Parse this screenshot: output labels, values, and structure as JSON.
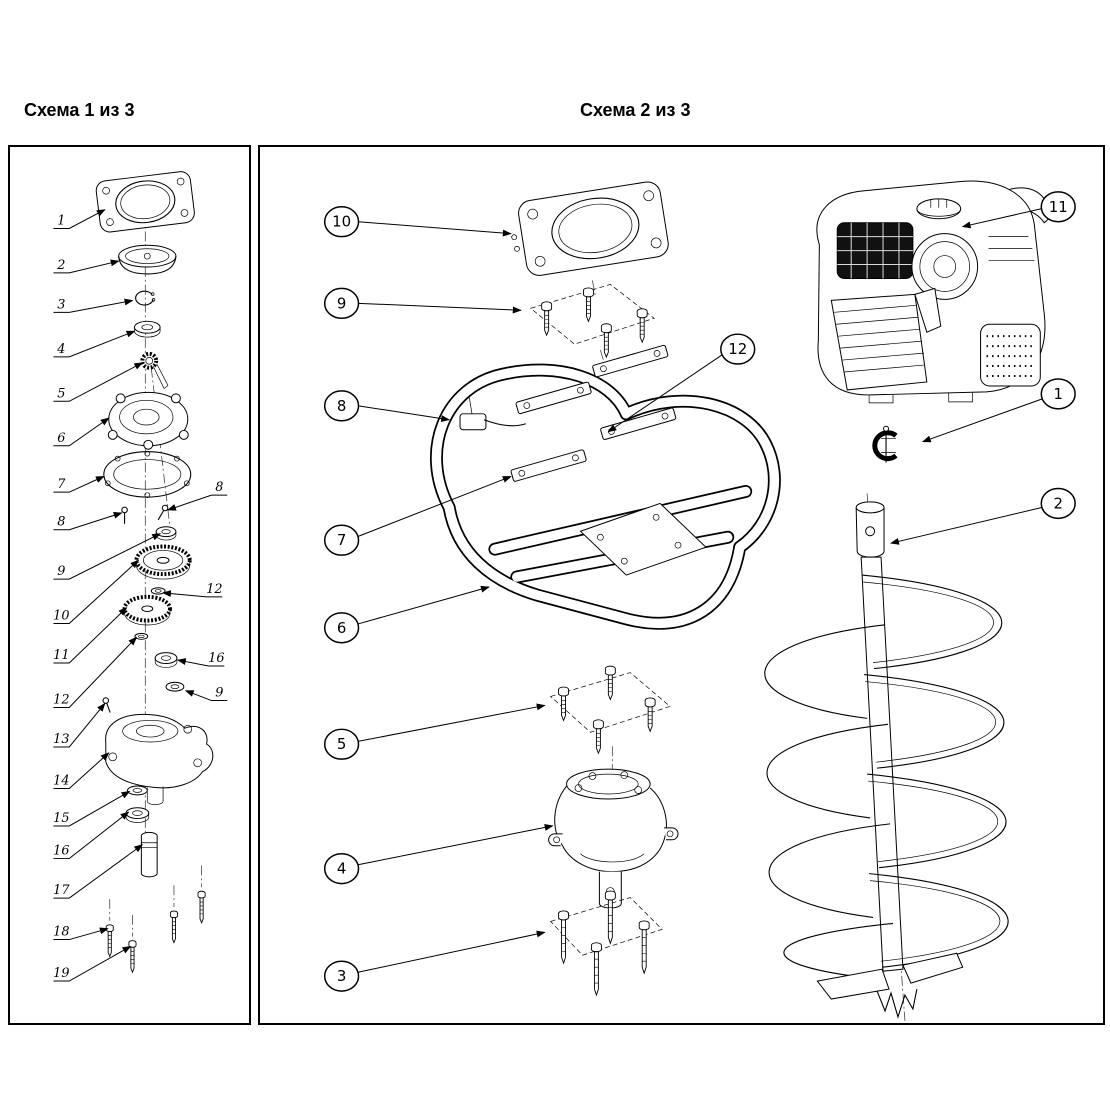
{
  "header": {
    "scheme1_title": "Схема 1 из 3",
    "scheme2_title": "Схема 2 из 3"
  },
  "scheme1": {
    "left_callouts": [
      "1",
      "2",
      "3",
      "4",
      "5",
      "6",
      "7",
      "8",
      "9",
      "10",
      "11",
      "12",
      "13",
      "14",
      "15",
      "16",
      "17",
      "18",
      "19"
    ],
    "right_callouts": [
      "8",
      "12",
      "16",
      "9"
    ]
  },
  "scheme2": {
    "left_callouts": [
      "10",
      "9",
      "8",
      "7",
      "6",
      "5",
      "4",
      "3"
    ],
    "mid_callouts": [
      "12"
    ],
    "right_callouts": [
      "11",
      "1",
      "2"
    ]
  }
}
